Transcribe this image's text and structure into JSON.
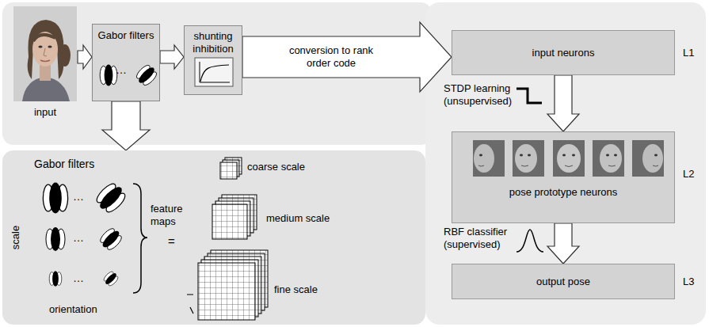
{
  "diagram": {
    "nodes": [
      {
        "text": [
          "input"
        ]
      },
      {
        "text": [
          "Gabor filters"
        ]
      },
      {
        "text": [
          "shunting inhibition"
        ]
      },
      {
        "text": [
          "input neurons"
        ]
      },
      {
        "text": [
          "pose prototype neurons"
        ]
      },
      {
        "text": [
          "output pose"
        ]
      },
      {
        "text": [
          "Gabor filters"
        ]
      }
    ],
    "edges": [
      {
        "from": 0,
        "to": 1,
        "arrow": "to"
      },
      {
        "from": 1,
        "to": 2,
        "arrow": "to"
      },
      {
        "from": 2,
        "to": 3,
        "arrow": "to",
        "label": "conversion to rank order code"
      },
      {
        "from": 3,
        "to": 4,
        "arrow": "to",
        "label": "STDP learning (unsupervised)"
      },
      {
        "from": 4,
        "to": 5,
        "arrow": "to",
        "label": "RBF classifier (supervised)"
      },
      {
        "from": 1,
        "to": 6,
        "arrow": "to"
      }
    ],
    "labels": [
      "…",
      "L1",
      "L2",
      "L3",
      "scale",
      "…",
      "…",
      "…",
      "orientation",
      "feature maps",
      "=",
      "coarse scale",
      "medium scale",
      "fine scale"
    ]
  }
}
